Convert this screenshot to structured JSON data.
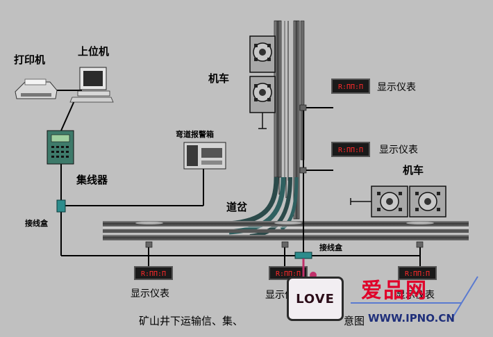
{
  "labels": {
    "printer": "打印机",
    "host_pc": "上位机",
    "locomotive_top": "机车",
    "locomotive_right": "机车",
    "curve_alarm_box": "弯道报警箱",
    "concentrator": "集线器",
    "switch": "道岔",
    "junction_box_left": "接线盒",
    "junction_box_bottom": "接线盒",
    "display_1": "显示仪表",
    "display_2": "显示仪表",
    "display_3": "显示仪表",
    "display_4": "显示仪表",
    "display_5": "显示仪表"
  },
  "display_readout": "R:ПП:П",
  "caption": "矿山井下运输信、集、",
  "caption_tail": "意图",
  "watermark": {
    "site_name": "爱品网",
    "url": "WWW.IPNO.CN",
    "badge_text": "LOVE"
  },
  "colors": {
    "background": "#c0c0c0",
    "wire": "#000000",
    "display_text": "#ff2a2a",
    "junction_box": "#2c8c8c",
    "watermark_red": "#e0002a",
    "watermark_blue": "#1f2f7a"
  }
}
